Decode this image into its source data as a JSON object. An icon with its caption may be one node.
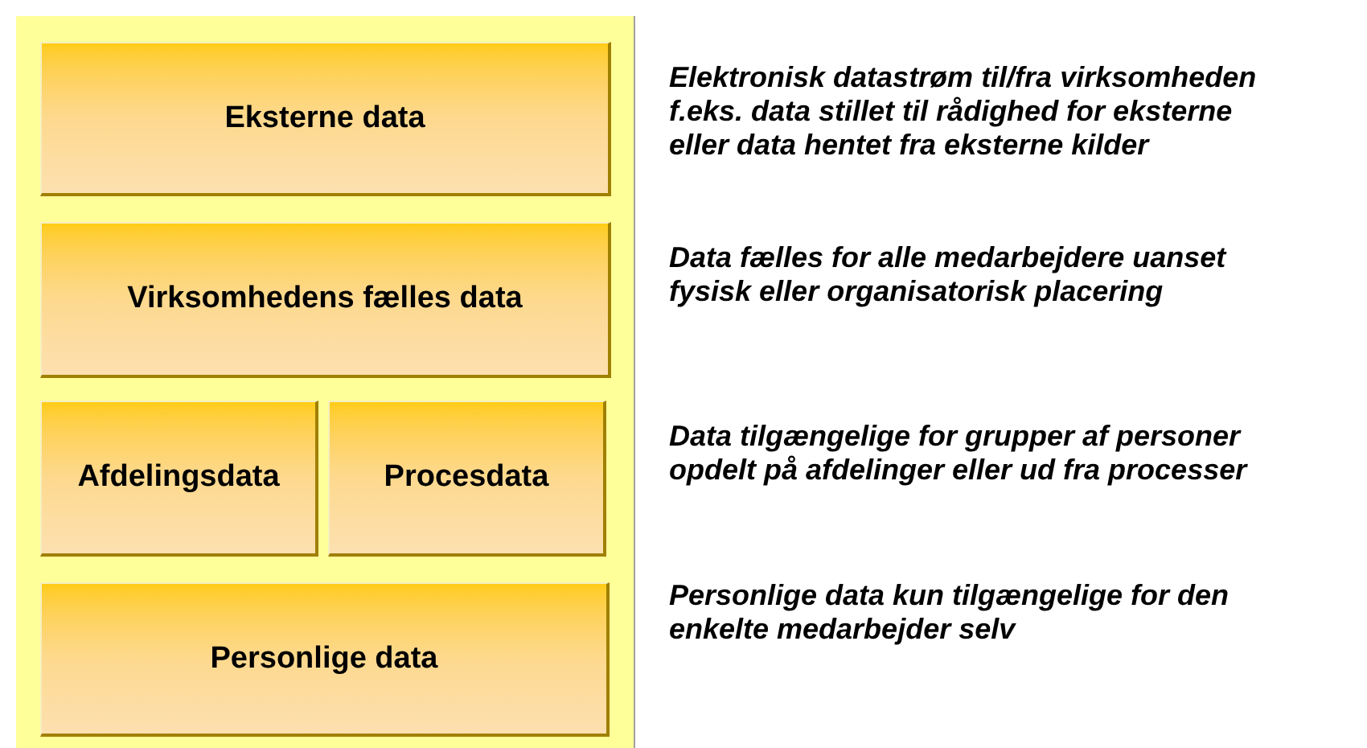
{
  "diagram": {
    "nodes": [
      {
        "text": [],
        "shape": "box"
      },
      {
        "text": [
          "Eksterne data"
        ],
        "in": 0
      },
      {
        "text": [
          "Virksomhedens fælles data"
        ],
        "in": 0
      },
      {
        "text": [
          "Afdelingsdata"
        ],
        "in": 0
      },
      {
        "text": [
          "Procesdata"
        ],
        "in": 0
      },
      {
        "text": [
          "Personlige data"
        ],
        "in": 0
      }
    ],
    "labels": [
      "Elektronisk datastrøm til/fra virksomheden f.eks. data stillet til rådighed for eksterne eller data hentet fra eksterne kilder",
      "Data fælles for alle medarbejdere uanset fysisk eller organisatorisk placering",
      "Data tilgængelige for grupper af personer opdelt på afdelinger eller ud fra processer",
      "Personlige data kun tilgængelige for den enkelte medarbejder selv"
    ]
  }
}
